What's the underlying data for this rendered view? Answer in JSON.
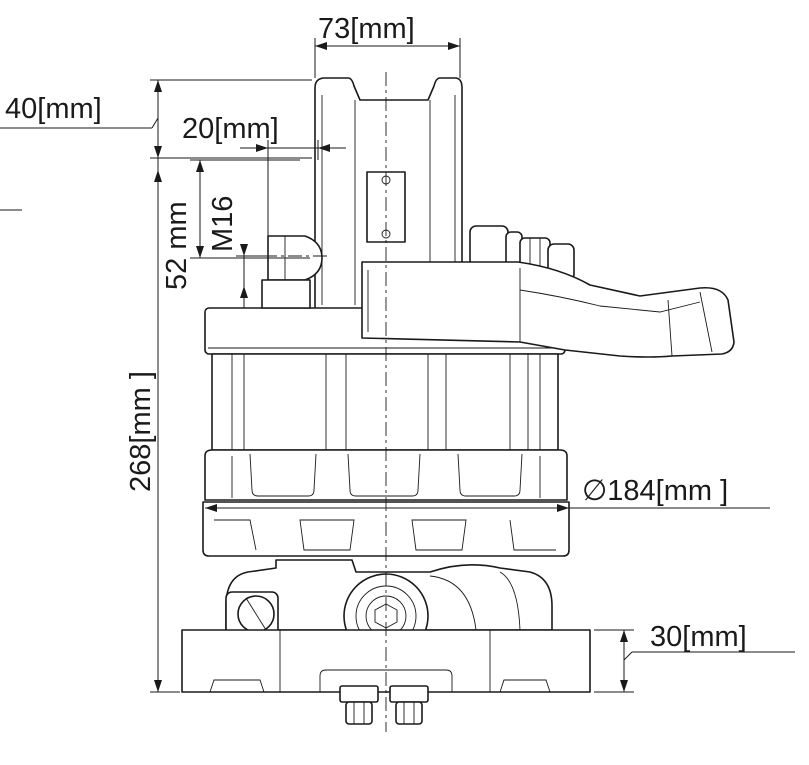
{
  "dimensions": {
    "top_width": "73",
    "top_offset": "40",
    "pin_offset": "20",
    "thread": "M16",
    "pin_height": "52",
    "total_height": "268",
    "diameter_symbol": "∅",
    "diameter": "184",
    "flange_height": "30",
    "unit": "mm"
  },
  "colors": {
    "line": "#1a1a1a",
    "background": "#ffffff"
  }
}
